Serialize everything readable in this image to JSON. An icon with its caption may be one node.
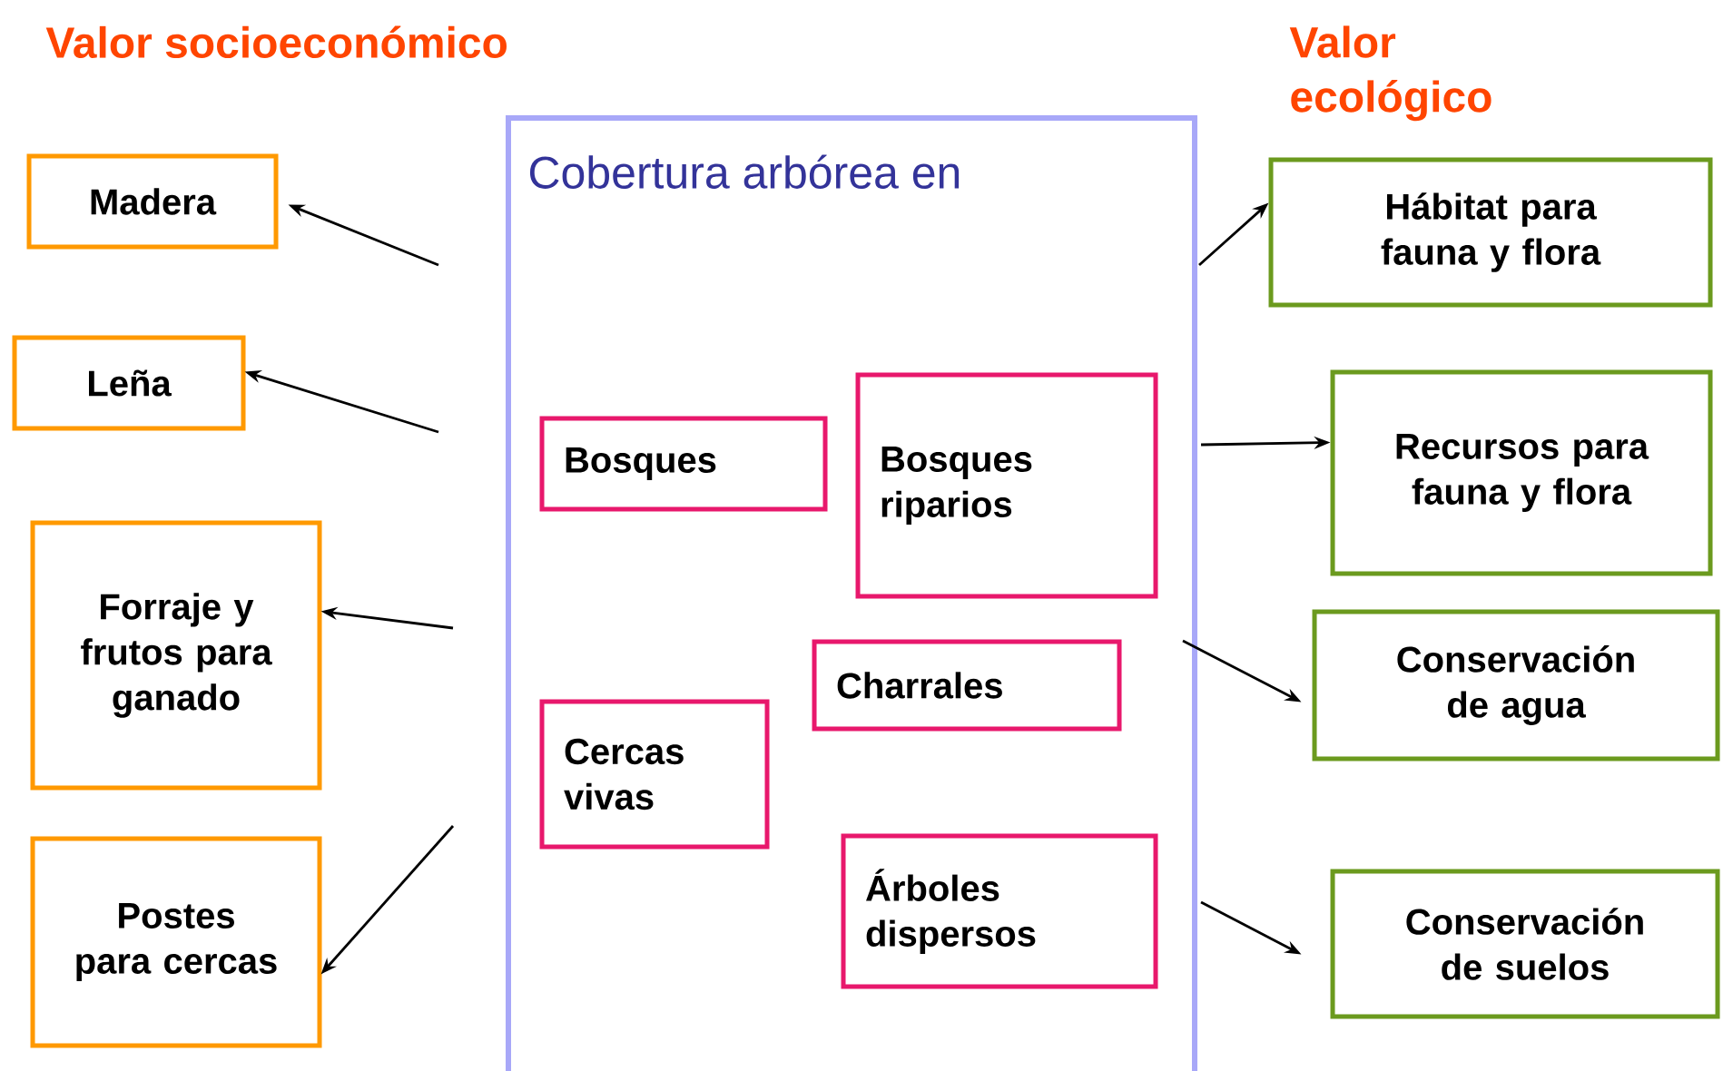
{
  "diagram": {
    "nodes": [
      {
        "text": [
          "Cobertura arbórea en"
        ]
      },
      {
        "text": [
          "Bosques"
        ],
        "in": 0
      },
      {
        "text": [
          "Bosques riparios"
        ],
        "in": 0
      },
      {
        "text": [
          "Charrales"
        ],
        "in": 0
      },
      {
        "text": [
          "Cercas vivas"
        ],
        "in": 0
      },
      {
        "text": [
          "Árboles dispersos"
        ],
        "in": 0
      },
      {
        "text": [
          "Madera"
        ]
      },
      {
        "text": [
          "Leña"
        ]
      },
      {
        "text": [
          "Forraje y frutos para ganado"
        ]
      },
      {
        "text": [
          "Postes para cercas"
        ]
      },
      {
        "text": [
          "Hábitat para fauna y flora"
        ]
      },
      {
        "text": [
          "Recursos para fauna y flora"
        ]
      },
      {
        "text": [
          "Conservación de agua"
        ]
      },
      {
        "text": [
          "Conservación de suelos"
        ]
      }
    ],
    "edges": [
      {
        "from": 0,
        "to": 6,
        "arrow": "to"
      },
      {
        "from": 0,
        "to": 7,
        "arrow": "to"
      },
      {
        "from": 0,
        "to": 8,
        "arrow": "to"
      },
      {
        "from": 0,
        "to": 9,
        "arrow": "to"
      },
      {
        "from": 0,
        "to": 10,
        "arrow": "to"
      },
      {
        "from": 0,
        "to": 11,
        "arrow": "to"
      },
      {
        "from": 0,
        "to": 12,
        "arrow": "to"
      },
      {
        "from": 0,
        "to": 13,
        "arrow": "to"
      }
    ],
    "labels": [
      "Valor socioeconómico",
      "Valor ecológico"
    ]
  }
}
